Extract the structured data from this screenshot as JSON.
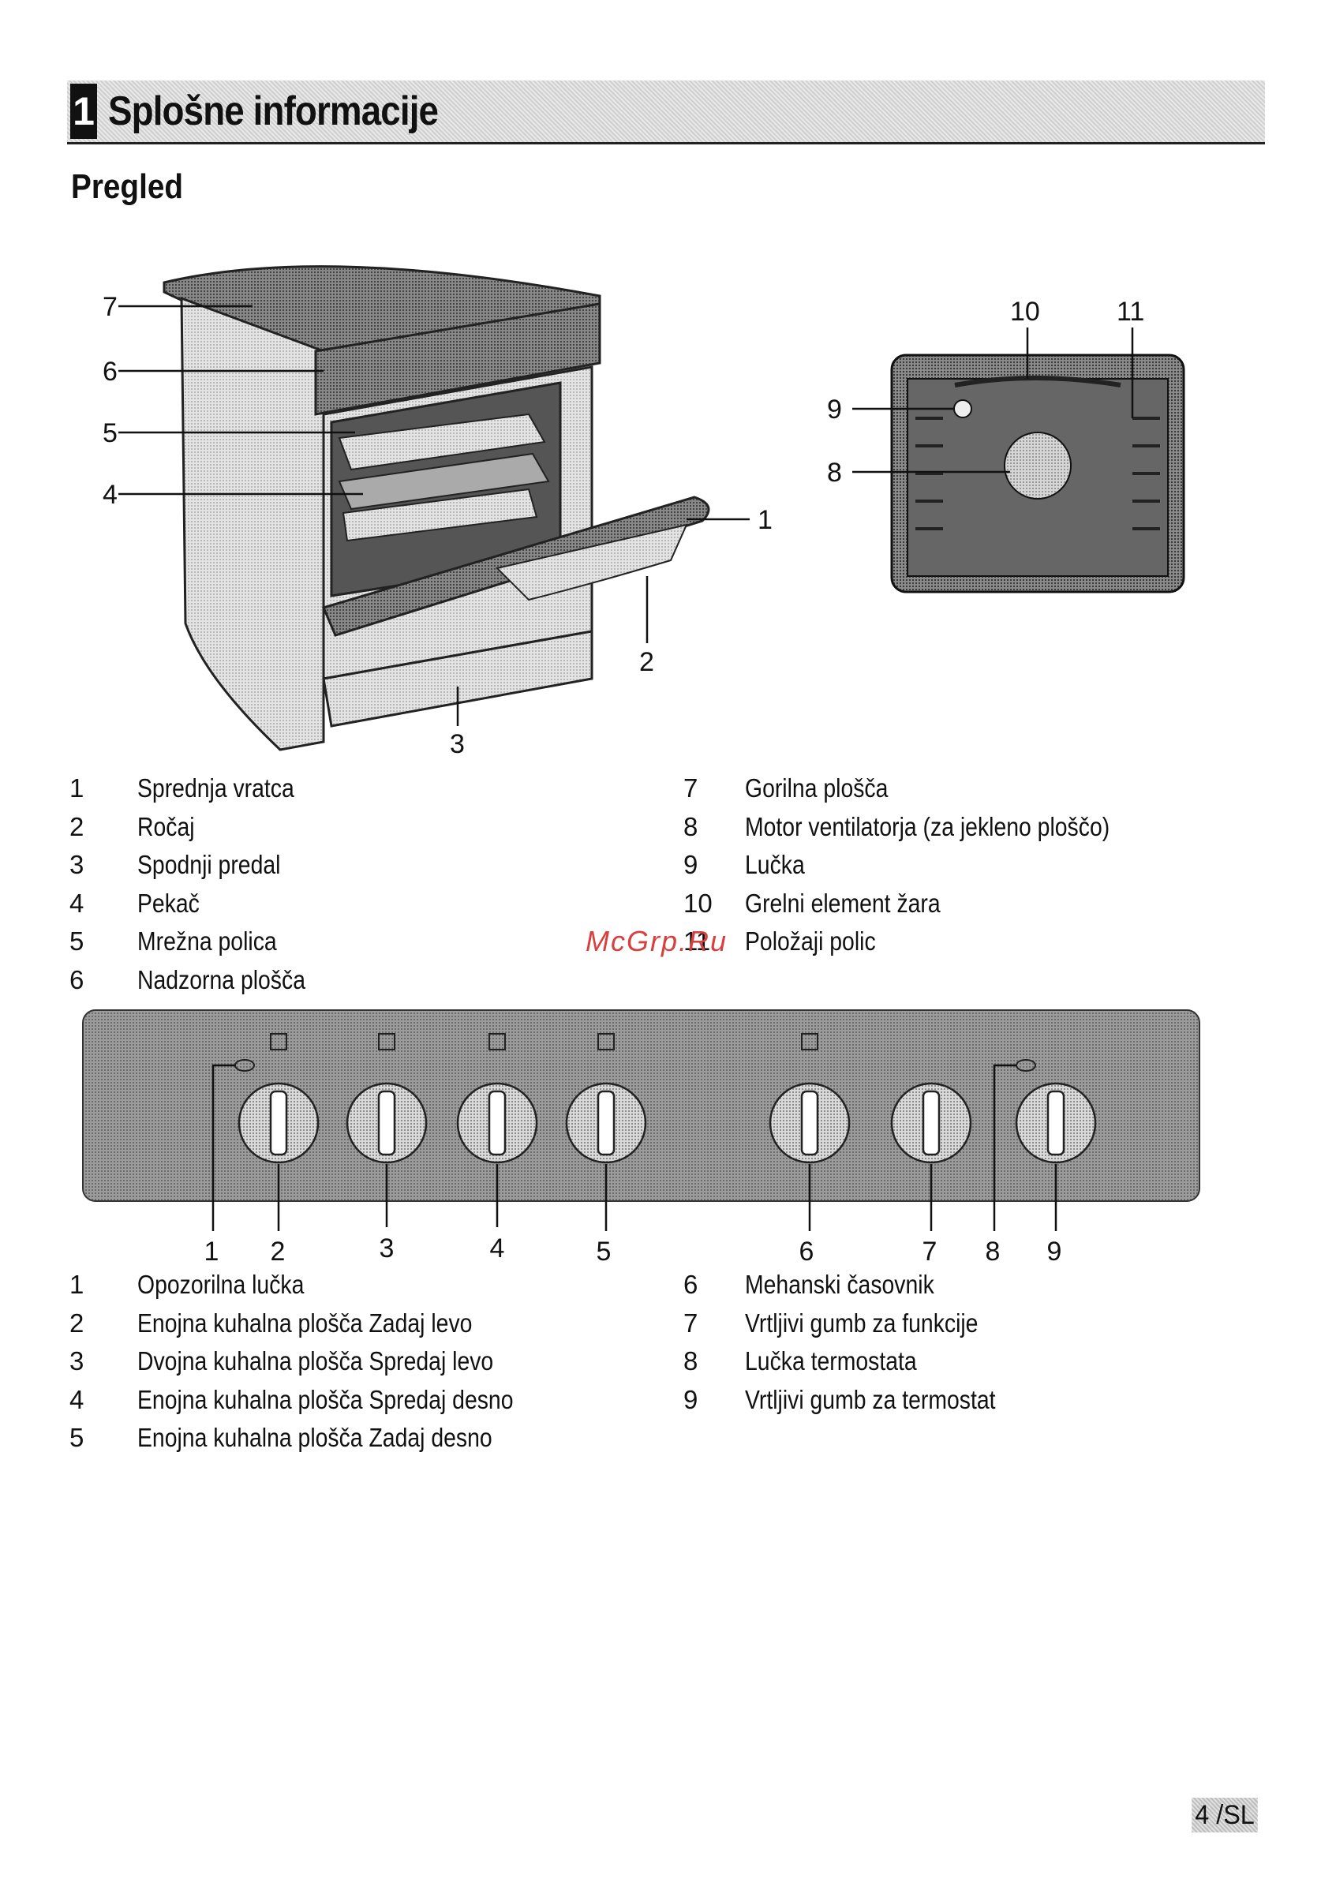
{
  "header": {
    "number": "1",
    "title": "Splošne informacije"
  },
  "subtitle": "Pregled",
  "oven_callouts": [
    "1",
    "2",
    "3",
    "4",
    "5",
    "6",
    "7"
  ],
  "cavity_callouts": [
    "8",
    "9",
    "10",
    "11"
  ],
  "legend1": {
    "left": [
      {
        "n": "1",
        "t": "Sprednja vratca"
      },
      {
        "n": "2",
        "t": "Ročaj"
      },
      {
        "n": "3",
        "t": "Spodnji predal"
      },
      {
        "n": "4",
        "t": "Pekač"
      },
      {
        "n": "5",
        "t": "Mrežna polica"
      },
      {
        "n": "6",
        "t": "Nadzorna plošča"
      }
    ],
    "right": [
      {
        "n": "7",
        "t": "Gorilna plošča"
      },
      {
        "n": "8",
        "t": "Motor ventilatorja (za jekleno ploščo)"
      },
      {
        "n": "9",
        "t": "Lučka"
      },
      {
        "n": "10",
        "t": "Grelni element žara"
      },
      {
        "n": "11",
        "t": "Položaji polic"
      }
    ]
  },
  "panel_callouts": [
    "1",
    "2",
    "3",
    "4",
    "5",
    "6",
    "7",
    "8",
    "9"
  ],
  "legend2": {
    "left": [
      {
        "n": "1",
        "t": "Opozorilna lučka"
      },
      {
        "n": "2",
        "t": "Enojna kuhalna plošča  Zadaj levo"
      },
      {
        "n": "3",
        "t": "Dvojna kuhalna plošča Spredaj levo"
      },
      {
        "n": "4",
        "t": "Enojna kuhalna plošča  Spredaj desno"
      },
      {
        "n": "5",
        "t": "Enojna kuhalna plošča  Zadaj desno"
      }
    ],
    "right": [
      {
        "n": "6",
        "t": "Mehanski časovnik"
      },
      {
        "n": "7",
        "t": "Vrtljivi gumb za funkcije"
      },
      {
        "n": "8",
        "t": "Lučka termostata"
      },
      {
        "n": "9",
        "t": "Vrtljivi gumb za termostat"
      }
    ]
  },
  "watermark": "McGrp.Ru",
  "page_label": "4 /SL"
}
